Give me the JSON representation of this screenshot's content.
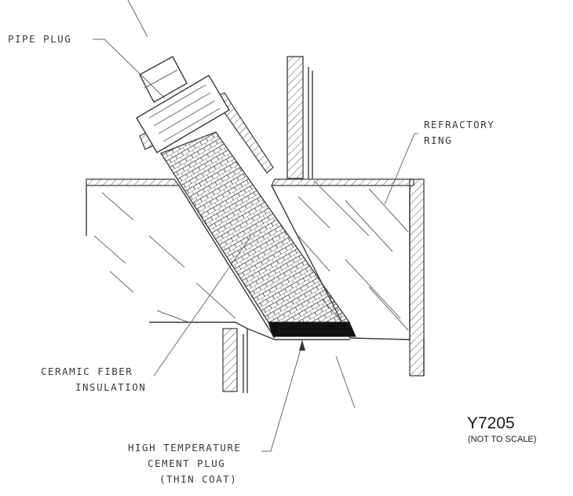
{
  "labels": {
    "pipe_plug": "PIPE PLUG",
    "refractory_ring_line1": "REFRACTORY",
    "refractory_ring_line2": "RING",
    "ceramic_line1": "CERAMIC FIBER",
    "ceramic_line2": "INSULATION",
    "cement_line1": "HIGH TEMPERATURE",
    "cement_line2": "CEMENT PLUG",
    "cement_line3": "(THIN COAT)"
  },
  "drawing_id": "Y7205",
  "scale_note": "(NOT TO SCALE)"
}
